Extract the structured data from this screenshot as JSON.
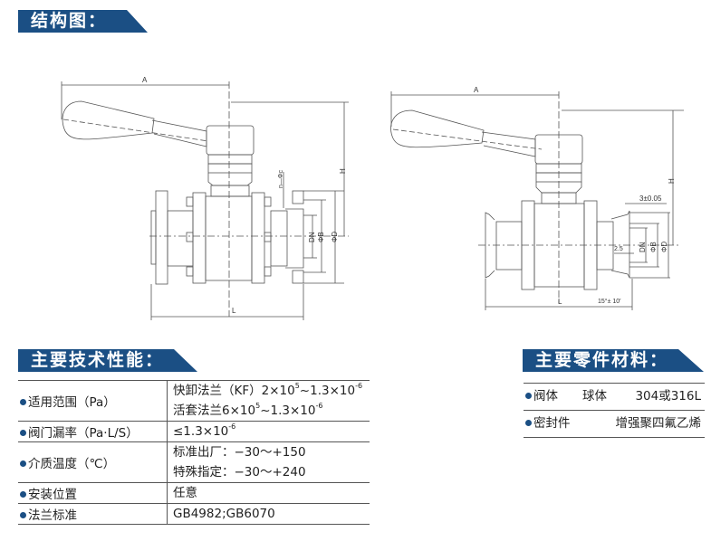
{
  "colors": {
    "banner": "#1b4f84",
    "bullet": "#1b4f84",
    "line": "#555555"
  },
  "sections": {
    "structure_title": "结构图：",
    "performance_title": "主要技术性能：",
    "materials_title": "主要零件材料："
  },
  "drawings": {
    "left": {
      "labels": {
        "A": "A",
        "H": "H",
        "L": "L",
        "DN": "DN",
        "B": "ΦB",
        "D": "ΦD",
        "nc": "n—Φc"
      }
    },
    "right": {
      "labels": {
        "A": "A",
        "H": "H",
        "L": "L",
        "DN": "DN",
        "B": "ΦB",
        "D": "ΦD",
        "tol": "3±0.05",
        "gap": "2.5",
        "angle": "15°± 10′"
      }
    }
  },
  "performance": [
    {
      "label": "适用范围（Pa）",
      "lines": [
        {
          "text": "快卸法兰（KF）2×10",
          "sup1": "5",
          "mid": "~1.3×10",
          "sup2": "-6"
        },
        {
          "text": "活套法兰6×10",
          "sup1": "5",
          "mid": "~1.3×10",
          "sup2": "-6"
        }
      ]
    },
    {
      "label": "阀门漏率（Pa·L/S）",
      "lines": [
        {
          "text": "≤1.3×10",
          "sup1": "-6",
          "mid": "",
          "sup2": ""
        }
      ]
    },
    {
      "label": "介质温度（℃）",
      "lines": [
        {
          "text": "标准出厂：−30～+150",
          "sup1": "",
          "mid": "",
          "sup2": ""
        },
        {
          "text": "特殊指定：−30～+240",
          "sup1": "",
          "mid": "",
          "sup2": ""
        }
      ]
    },
    {
      "label": "安装位置",
      "lines": [
        {
          "text": "任意",
          "sup1": "",
          "mid": "",
          "sup2": ""
        }
      ]
    },
    {
      "label": "法兰标准",
      "lines": [
        {
          "text": "GB4982;GB6070",
          "sup1": "",
          "mid": "",
          "sup2": ""
        }
      ]
    }
  ],
  "materials": [
    {
      "part": "阀体",
      "component": "球体",
      "material": "304或316L"
    },
    {
      "part": "密封件",
      "component": "",
      "material": "增强聚四氟乙烯"
    }
  ]
}
